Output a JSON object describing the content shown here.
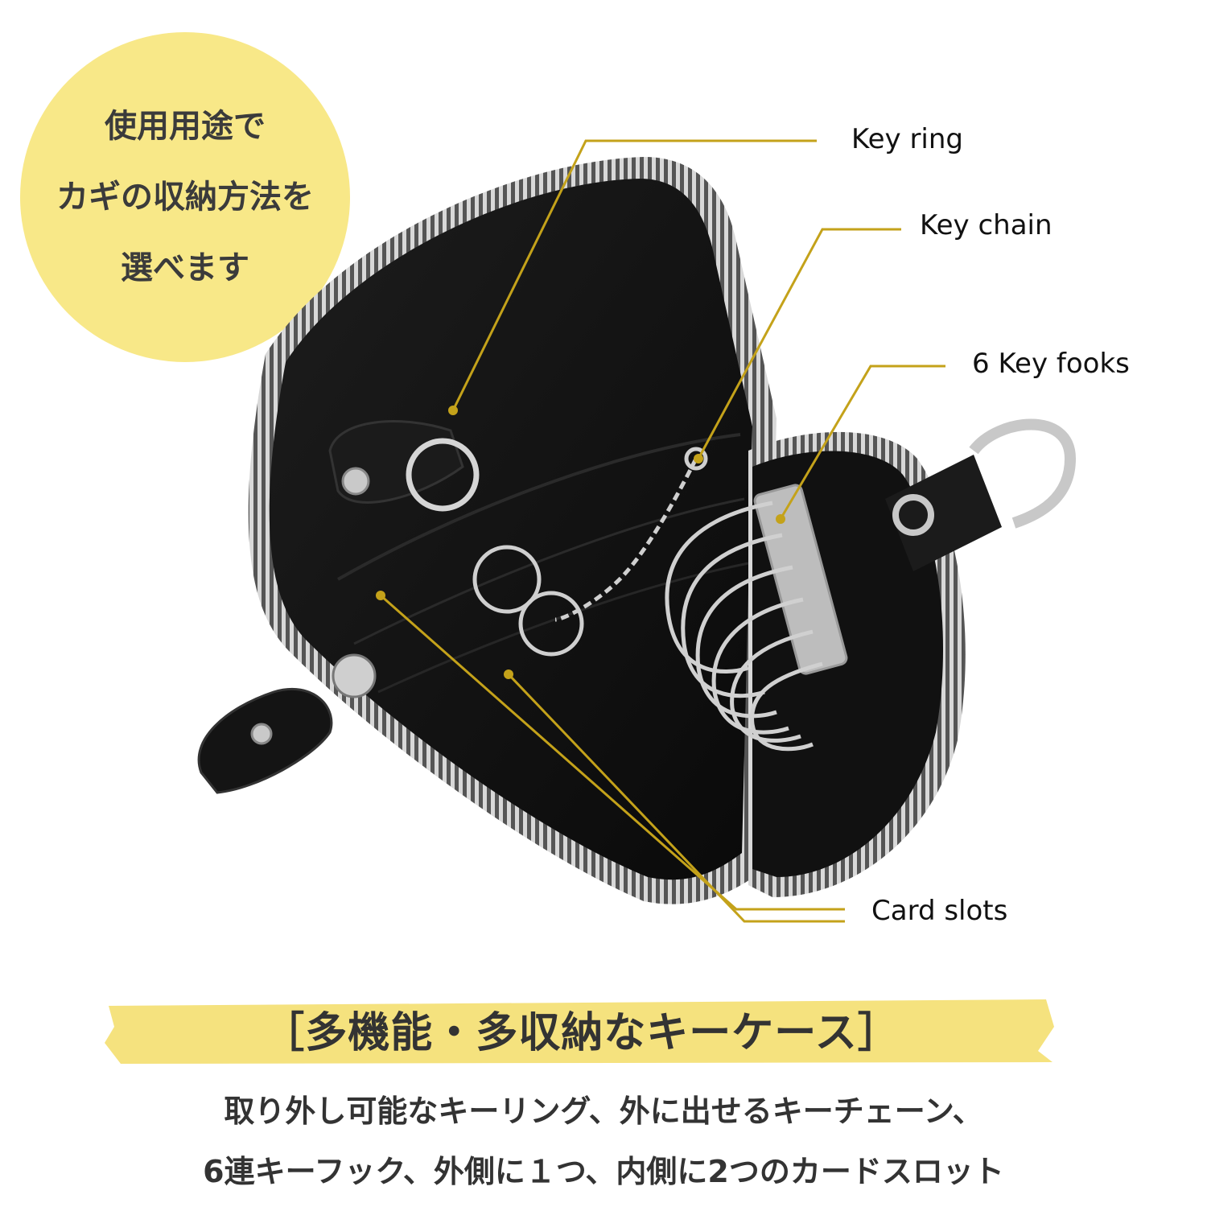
{
  "badge": {
    "lines": [
      "使用用途で",
      "カギの収納方法を",
      "選べます"
    ],
    "color": "#f8e888"
  },
  "callouts": {
    "key_ring": "Key ring",
    "key_chain": "Key chain",
    "key_hooks": "6 Key fooks",
    "card_slots": "Card slots",
    "line_color": "#c4a21a"
  },
  "title": {
    "text": "［多機能・多収納なキーケース］",
    "highlight_color": "#f5e27e"
  },
  "description": {
    "line1": "取り外し可能なキーリング、外に出せるキーチェーン、",
    "line2": "6連キーフック、外側に１つ、内側に2つのカードスロット"
  }
}
